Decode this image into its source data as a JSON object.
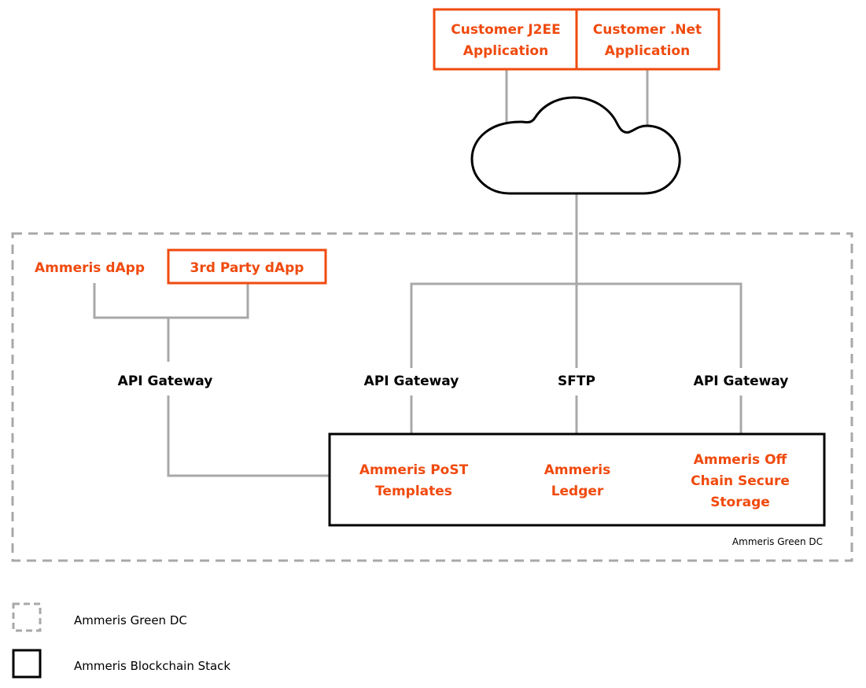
{
  "colors": {
    "accent": "#f04a0e",
    "connector": "#a8a8a8",
    "dc_border": "#a8a8a8",
    "stack_border": "#000000"
  },
  "customer_apps": {
    "j2ee": [
      "Customer J2EE",
      "Application"
    ],
    "dotnet": [
      "Customer .Net",
      "Application"
    ]
  },
  "cloud": {
    "icon": "cloud-icon"
  },
  "green_dc": {
    "caption": "Ammeris Green DC",
    "dapps": {
      "ammeris_dapp": "Ammeris dApp",
      "third_party_dapp": "3rd Party dApp"
    },
    "gateways": {
      "left": "API Gateway",
      "center_left": "API Gateway",
      "sftp": "SFTP",
      "right": "API Gateway"
    },
    "stack": {
      "post_templates": [
        "Ammeris PoST",
        "Templates"
      ],
      "ledger": [
        "Ammeris",
        "Ledger"
      ],
      "storage": [
        "Ammeris Off",
        "Chain Secure",
        "Storage"
      ]
    }
  },
  "legend": {
    "dc": "Ammeris Green DC",
    "stack": "Ammeris Blockchain Stack"
  }
}
